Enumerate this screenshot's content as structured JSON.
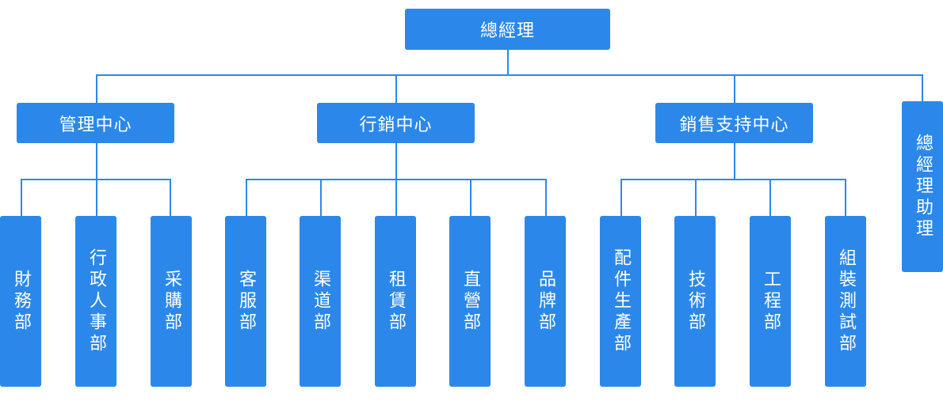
{
  "colors": {
    "box": "#2b88ea",
    "line": "#2b88ea",
    "text": "#ffffff"
  },
  "root": {
    "label": "總經理"
  },
  "assistant": {
    "label": "總經理助理"
  },
  "centers": [
    {
      "label": "管理中心",
      "departments": [
        {
          "label": "財務部"
        },
        {
          "label": "行政人事部"
        },
        {
          "label": "采購部"
        }
      ]
    },
    {
      "label": "行銷中心",
      "departments": [
        {
          "label": "客服部"
        },
        {
          "label": "渠道部"
        },
        {
          "label": "租賃部"
        },
        {
          "label": "直營部"
        },
        {
          "label": "品牌部"
        }
      ]
    },
    {
      "label": "銷售支持中心",
      "departments": [
        {
          "label": "配件生產部"
        },
        {
          "label": "技術部"
        },
        {
          "label": "工程部"
        },
        {
          "label": "組裝測試部"
        }
      ]
    }
  ]
}
